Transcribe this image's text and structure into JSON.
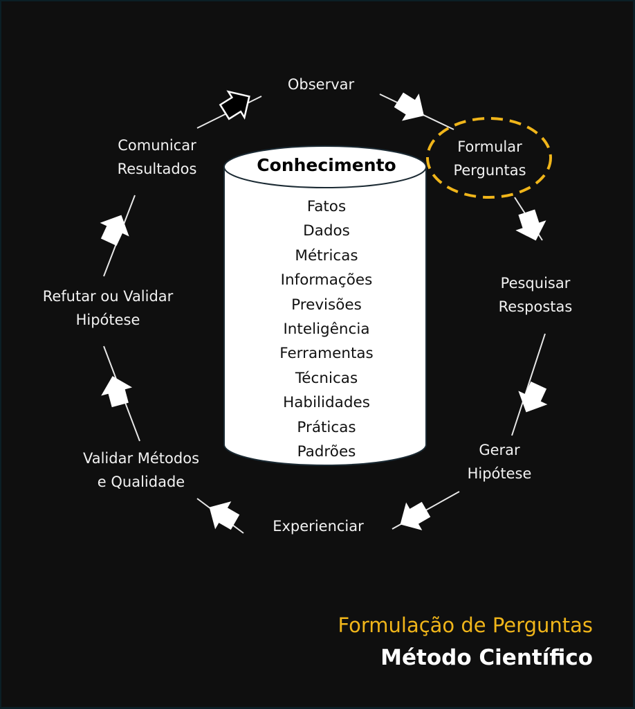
{
  "diagram": {
    "center": {
      "title": "Conhecimento",
      "items": [
        "Fatos",
        "Dados",
        "Métricas",
        "Informações",
        "Previsões",
        "Inteligência",
        "Ferramentas",
        "Técnicas",
        "Habilidades",
        "Práticas",
        "Padrões"
      ]
    },
    "steps": [
      {
        "id": "observar",
        "lines": [
          "Observar"
        ]
      },
      {
        "id": "formular-perguntas",
        "lines": [
          "Formular",
          "Perguntas"
        ],
        "highlighted": true
      },
      {
        "id": "pesquisar-respostas",
        "lines": [
          "Pesquisar",
          "Respostas"
        ]
      },
      {
        "id": "gerar-hipotese",
        "lines": [
          "Gerar",
          "Hipótese"
        ]
      },
      {
        "id": "experienciar",
        "lines": [
          "Experienciar"
        ]
      },
      {
        "id": "validar-metodos",
        "lines": [
          "Validar Métodos",
          "e Qualidade"
        ]
      },
      {
        "id": "refutar-validar",
        "lines": [
          "Refutar ou Validar",
          "Hipótese"
        ]
      },
      {
        "id": "comunicar-resultados",
        "lines": [
          "Comunicar",
          "Resultados"
        ]
      }
    ],
    "cycle_direction": "clockwise",
    "highlight_color": "#f0b51a"
  },
  "footer": {
    "subtitle": "Formulação de Perguntas",
    "title": "Método Científico"
  },
  "colors": {
    "background": "#0f0f0f",
    "border": "#0b1f26",
    "text": "#f2f2f2",
    "accent": "#f0b51a"
  }
}
